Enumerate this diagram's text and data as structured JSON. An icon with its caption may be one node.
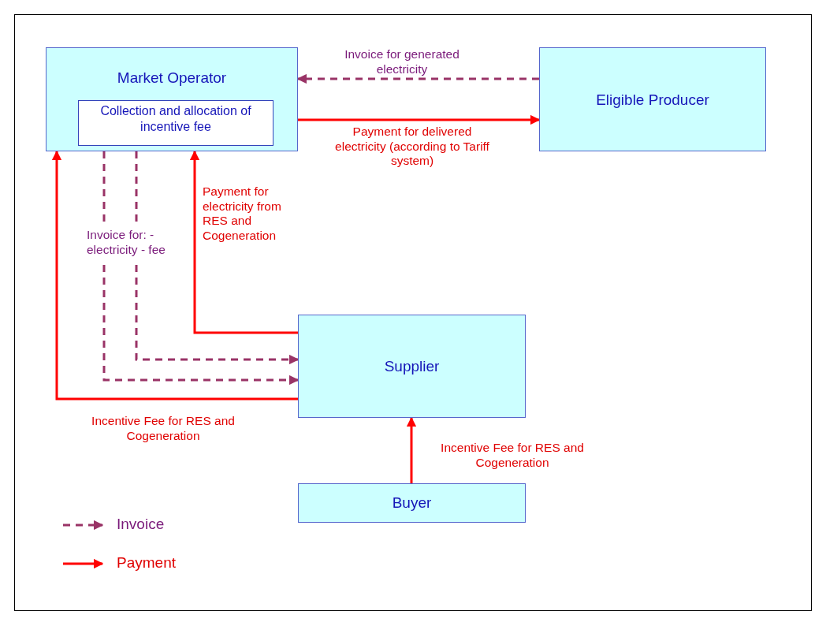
{
  "diagram": {
    "nodes": [
      {
        "text": [
          "Market Operator"
        ]
      },
      {
        "text": [
          "Collection and allocation of incentive fee"
        ],
        "in": 0
      },
      {
        "text": [
          "Eligible Producer"
        ]
      },
      {
        "text": [
          "Supplier"
        ]
      },
      {
        "text": [
          "Buyer"
        ]
      }
    ],
    "edges": [
      {
        "from": 2,
        "to": 0,
        "arrow": "to",
        "style": "dashed",
        "color": "#993366",
        "label": "Invoice for generated electricity"
      },
      {
        "from": 0,
        "to": 2,
        "arrow": "to",
        "label": "Payment for delivered electricity (according to Tariff system)"
      },
      {
        "from": 3,
        "to": 0,
        "arrow": "to",
        "label": "Payment for electricity from RES and Cogeneration"
      },
      {
        "from": 0,
        "to": 3,
        "arrow": "to",
        "style": "dashed",
        "color": "#993366",
        "label": "Invoice for: - electricity - fee"
      },
      {
        "from": 0,
        "to": 3,
        "arrow": "to",
        "style": "dashed",
        "color": "#993366"
      },
      {
        "from": 3,
        "to": 0,
        "arrow": "to",
        "label": "Incentive Fee for RES and Cogeneration"
      },
      {
        "from": 4,
        "to": 3,
        "arrow": "to",
        "label": "Incentive Fee for RES and Cogeneration"
      }
    ],
    "legend": [
      {
        "text": "Invoice"
      },
      {
        "text": "Payment"
      }
    ]
  }
}
